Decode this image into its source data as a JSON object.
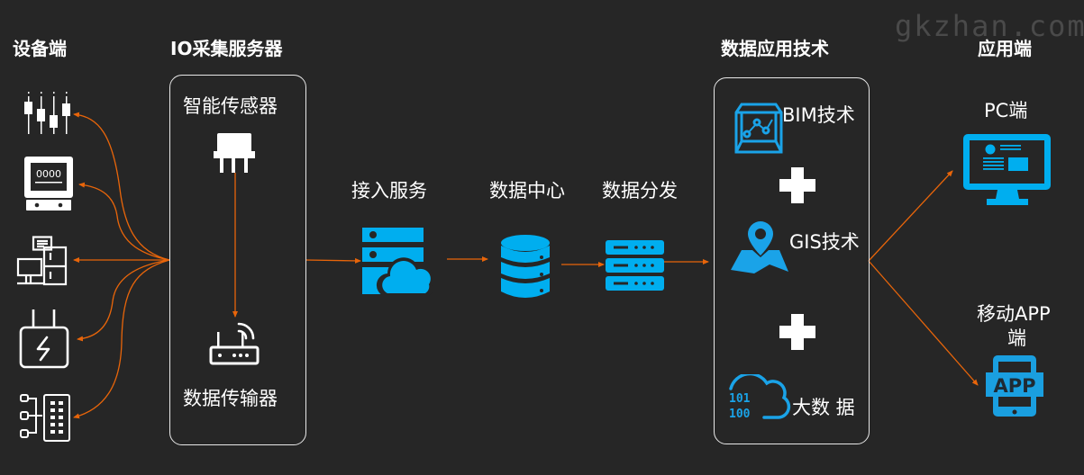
{
  "watermark": "gkzhan.com",
  "colors": {
    "background": "#262626",
    "accent_blue": "#00aeef",
    "connector_orange": "#e8650a",
    "text": "#ffffff"
  },
  "columns": {
    "devices": {
      "heading": "设备端",
      "icons": [
        "sliders-icon",
        "electric-meter-icon",
        "computer-server-icon",
        "power-plug-icon",
        "network-panel-icon"
      ]
    },
    "io_server": {
      "heading": "IO采集服务器",
      "sensor_label": "智能传感器",
      "transmitter_label": "数据传输器"
    },
    "pipeline": {
      "access": "接入服务",
      "datacenter": "数据中心",
      "distribution": "数据分发"
    },
    "tech": {
      "heading": "数据应用技术",
      "bim": "BIM技术",
      "gis": "GIS技术",
      "bigdata": "大数 据",
      "bigdata_icon_text": [
        "101",
        "100"
      ]
    },
    "apps": {
      "heading": "应用端",
      "pc": "PC端",
      "mobile_line1": "移动APP",
      "mobile_line2": "端",
      "app_icon_text": "APP"
    }
  }
}
